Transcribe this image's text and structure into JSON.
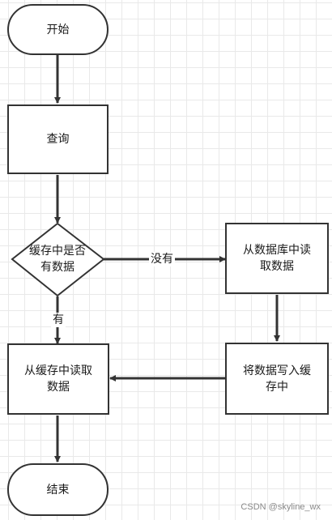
{
  "nodes": {
    "start": "开始",
    "query": "查询",
    "decision": "缓存中是否\n有数据",
    "read_db": "从数据库中读\n取数据",
    "write_cache": "将数据写入缓\n存中",
    "read_cache": "从缓存中读取\n数据",
    "end": "结束"
  },
  "edges": {
    "no_label": "没有",
    "yes_label": "有"
  },
  "watermark": "CSDN @skyline_wx",
  "colors": {
    "stroke": "#333333",
    "grid": "#e9e9e9",
    "background": "#ffffff"
  }
}
